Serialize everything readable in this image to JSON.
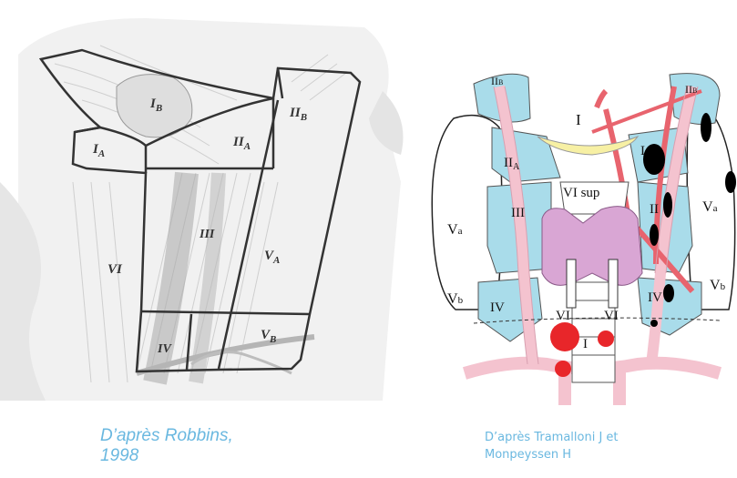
{
  "left_figure": {
    "caption_line1": "D’après Robbins,",
    "caption_line2": "1998",
    "labels": {
      "IA": {
        "main": "I",
        "sub": "A"
      },
      "IB": {
        "main": "I",
        "sub": "B"
      },
      "IIA": {
        "main": "II",
        "sub": "A"
      },
      "IIB": {
        "main": "II",
        "sub": "B"
      },
      "III": {
        "main": "III"
      },
      "VA": {
        "main": "V",
        "sub": "A"
      },
      "VB": {
        "main": "V",
        "sub": "B"
      },
      "VI": {
        "main": "VI"
      },
      "IV": {
        "main": "IV"
      }
    }
  },
  "right_figure": {
    "caption_line1": "D’après Tramalloni J  et",
    "caption_line2": "Monpeyssen H",
    "labels": {
      "IIB_left": {
        "main": "II",
        "sub": "B"
      },
      "IIB_right": {
        "main": "II",
        "sub": "B"
      },
      "I_top": "I",
      "IIA_left": {
        "main": "II",
        "sub": "A"
      },
      "IIA_right": {
        "main": "I"
      },
      "VI_sup": "VI sup",
      "Va_left": {
        "main": "V",
        "sub": "a"
      },
      "Va_right": {
        "main": "V",
        "sub": "a"
      },
      "III_left": "III",
      "III_right": "II",
      "Vb_left": {
        "main": "V",
        "sub": "b"
      },
      "Vb_right": {
        "main": "V",
        "sub": "b"
      },
      "IV_left": "IV",
      "IV_right": "IV",
      "VI_inf_left": "VI",
      "VI_inf_right": "VI",
      "I_bottom": "I"
    },
    "colors": {
      "node_region": "#a9dcea",
      "vessel_pink": "#f4c3cf",
      "thyroid": "#d9a6d4",
      "artery_red": "#e8646e",
      "node_black": "#000000",
      "node_red": "#e8262a",
      "hyoid": "#f7f0a4"
    }
  }
}
